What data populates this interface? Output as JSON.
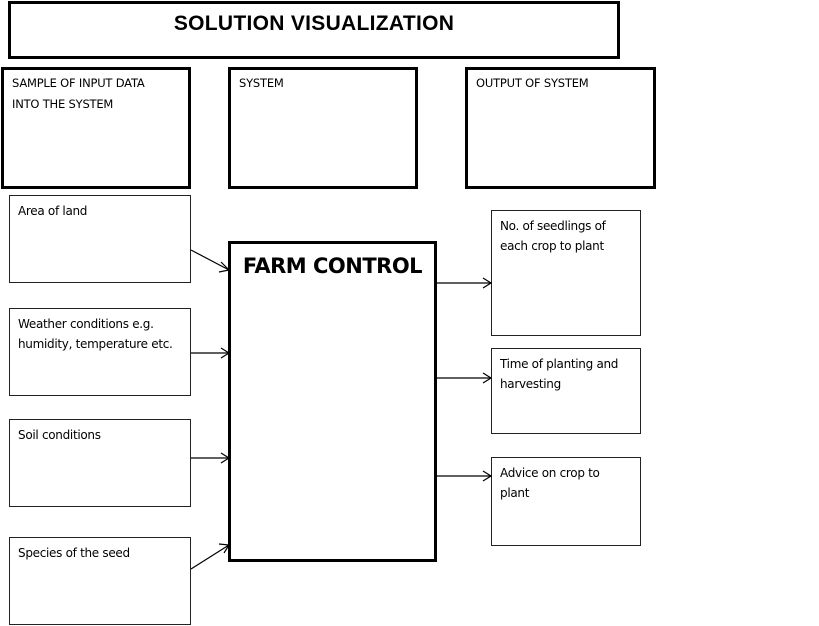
{
  "title": "SOLUTION VISUALIZATION",
  "headers": {
    "input": "SAMPLE OF INPUT DATA INTO THE SYSTEM",
    "input_line1": "SAMPLE OF INPUT DATA",
    "input_line2": "INTO THE SYSTEM",
    "system": "SYSTEM",
    "output": "OUTPUT OF SYSTEM"
  },
  "inputs": [
    {
      "label": "Area of land"
    },
    {
      "label": "Weather conditions e.g. humidity, temperature etc.",
      "line1": "Weather conditions e.g.",
      "line2": "humidity, temperature etc."
    },
    {
      "label": "Soil conditions"
    },
    {
      "label": "Species of the seed"
    }
  ],
  "system": {
    "label": "FARM CONTROL"
  },
  "outputs": [
    {
      "label": "No. of seedlings of each crop to plant",
      "line1": "No. of seedlings of",
      "line2": "each crop to plant"
    },
    {
      "label": "Time of planting and harvesting",
      "line1": "Time of planting and",
      "line2": "harvesting"
    },
    {
      "label": "Advice on crop to plant",
      "line1": "Advice on crop to",
      "line2": "plant"
    }
  ],
  "colors": {
    "stroke": "#000000",
    "background": "#ffffff"
  }
}
